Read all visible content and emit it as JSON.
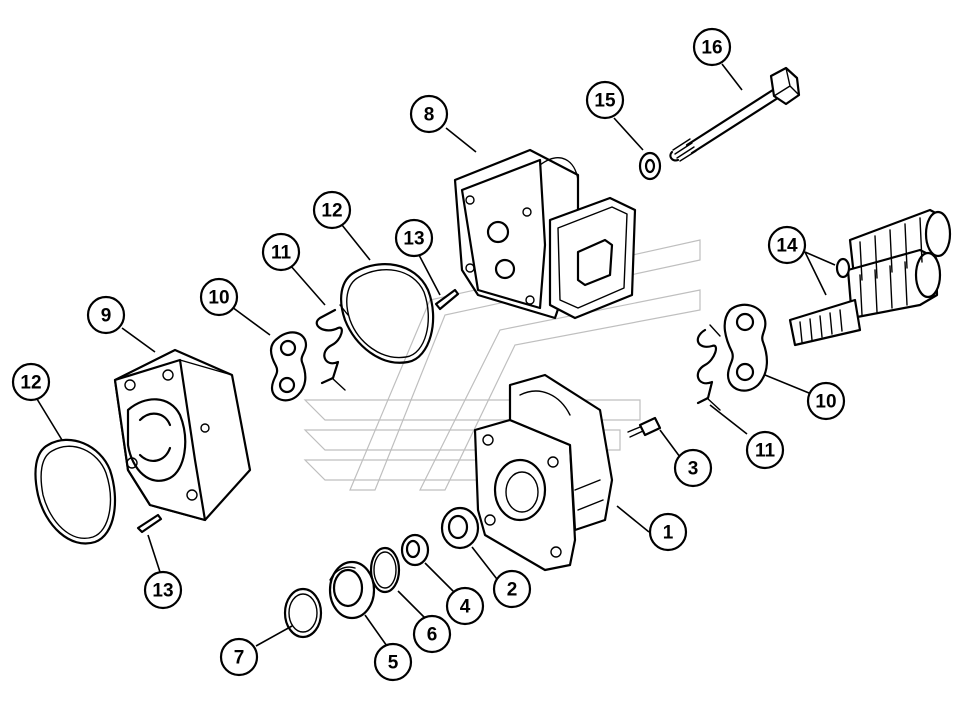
{
  "callouts": [
    {
      "id": "c1",
      "label": "1"
    },
    {
      "id": "c2",
      "label": "2"
    },
    {
      "id": "c3",
      "label": "3"
    },
    {
      "id": "c4",
      "label": "4"
    },
    {
      "id": "c5",
      "label": "5"
    },
    {
      "id": "c6",
      "label": "6"
    },
    {
      "id": "c7",
      "label": "7"
    },
    {
      "id": "c8",
      "label": "8"
    },
    {
      "id": "c9",
      "label": "9"
    },
    {
      "id": "c10a",
      "label": "10"
    },
    {
      "id": "c10b",
      "label": "10"
    },
    {
      "id": "c11a",
      "label": "11"
    },
    {
      "id": "c11b",
      "label": "11"
    },
    {
      "id": "c12a",
      "label": "12"
    },
    {
      "id": "c12b",
      "label": "12"
    },
    {
      "id": "c13a",
      "label": "13"
    },
    {
      "id": "c13b",
      "label": "13"
    },
    {
      "id": "c14",
      "label": "14"
    },
    {
      "id": "c15",
      "label": "15"
    },
    {
      "id": "c16",
      "label": "16"
    }
  ]
}
